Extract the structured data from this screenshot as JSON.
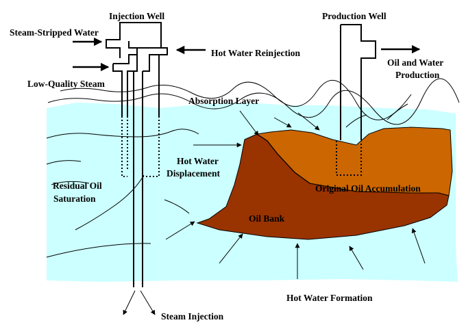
{
  "labels": {
    "injection_well": "Injection Well",
    "production_well": "Production Well",
    "steam_stripped_water": "Steam-Stripped Water",
    "hot_water_reinjection": "Hot Water Reinjection",
    "low_quality_steam": "Low-Quality Steam",
    "oil_water_production_1": "Oil and Water",
    "oil_water_production_2": "Production",
    "absorption_layer": "Absorption Layer",
    "hot_water_displacement_1": "Hot Water",
    "hot_water_displacement_2": "Displacement",
    "residual_oil_1": "Residual Oil",
    "residual_oil_2": "Saturation",
    "original_oil": "Original Oil Accumulation",
    "oil_bank": "Oil Bank",
    "hot_water_formation": "Hot Water Formation",
    "steam_injection": "Steam Injection"
  },
  "colors": {
    "formation_water": "#ccffff",
    "oil_bank": "#993300",
    "original_oil": "#cc6600",
    "outline": "#000000",
    "background": "#ffffff"
  }
}
